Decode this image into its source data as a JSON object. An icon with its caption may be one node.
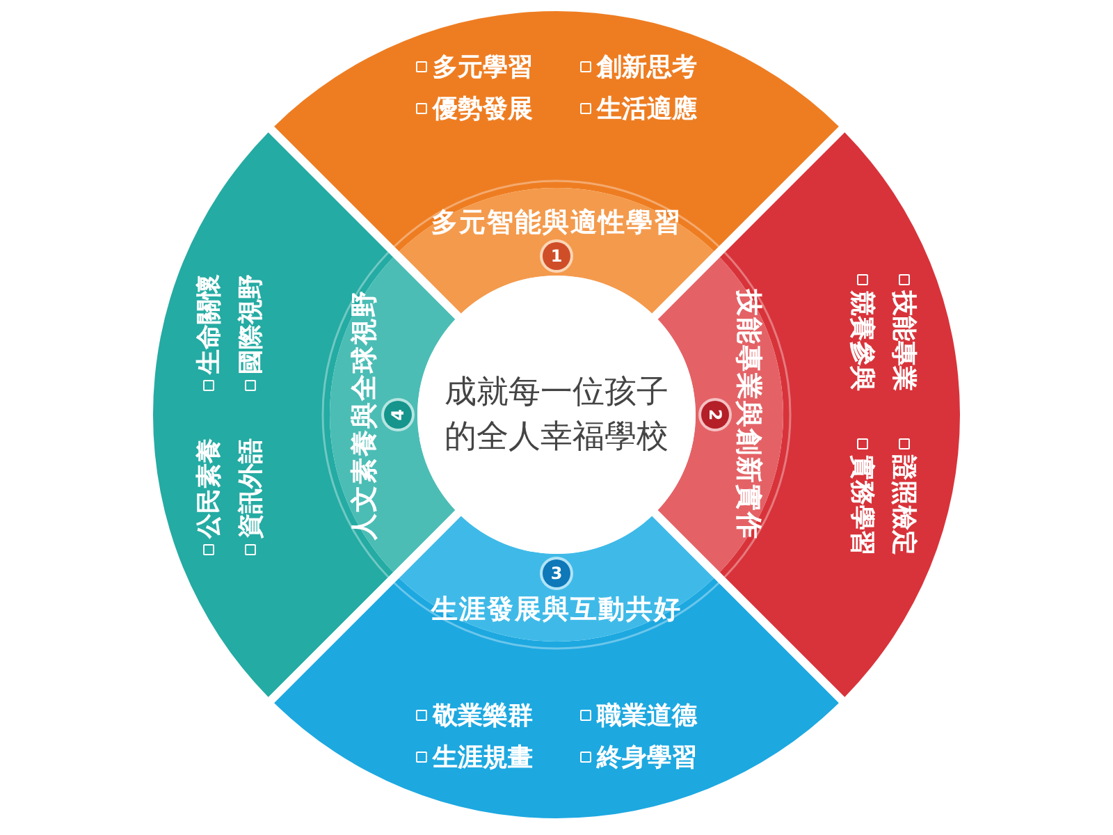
{
  "diagram": {
    "nodes": [
      {
        "text": [
          "成就每一位孩子的全人幸福學校"
        ]
      },
      {
        "text": [
          "1",
          "多元智能與適性學習",
          "多元學習",
          "創新思考",
          "優勢發展",
          "生活適應"
        ]
      },
      {
        "text": [
          "2",
          "技能專業與創新實作",
          "技能專業",
          "證照檢定",
          "競賽參與",
          "實務學習"
        ]
      },
      {
        "text": [
          "3",
          "生涯發展與互動共好",
          "敬業樂群",
          "職業道德",
          "生涯規畫",
          "終身學習"
        ]
      },
      {
        "text": [
          "4",
          "人文素養與全球視野",
          "公民素養",
          "生命關懷",
          "資訊外語",
          "國際視野"
        ]
      }
    ]
  }
}
